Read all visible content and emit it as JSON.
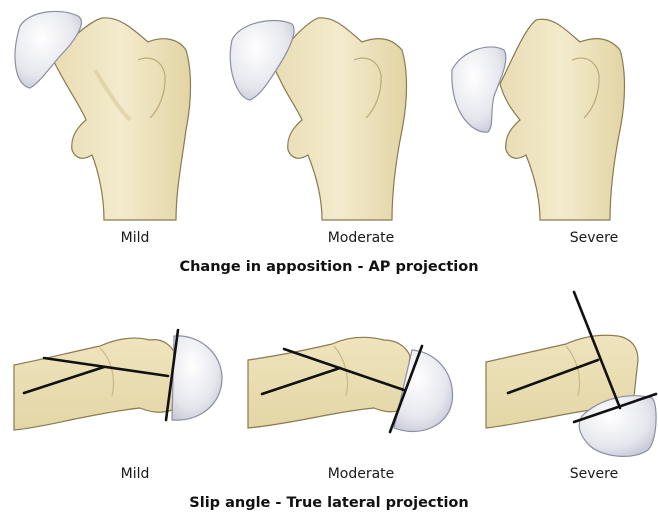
{
  "row1": {
    "labels": [
      "Mild",
      "Moderate",
      "Severe"
    ],
    "title": "Change in apposition - AP projection"
  },
  "row2": {
    "labels": [
      "Mild",
      "Moderate",
      "Severe"
    ],
    "title": "Slip angle - True lateral projection"
  },
  "colors": {
    "bone": "#f0e6c3",
    "bone_outline": "#8a7a50",
    "bone_shade": "#dccf9f",
    "head_fill": "#f3f3f6",
    "head_outline": "#8c8fa0",
    "line": "#111111"
  }
}
